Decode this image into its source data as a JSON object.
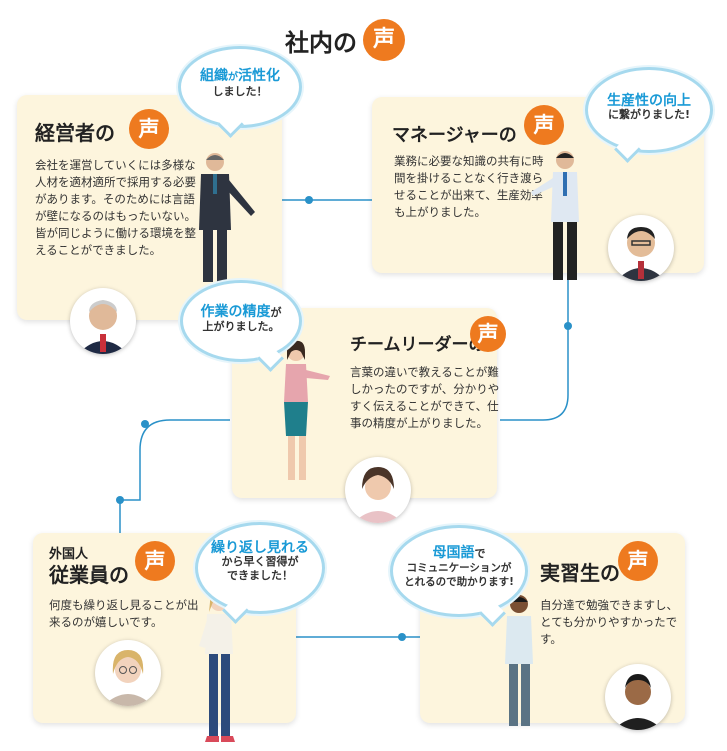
{
  "header": {
    "title_prefix": "社内の",
    "badge": "声"
  },
  "cards": {
    "executive": {
      "title": "経営者の",
      "badge": "声",
      "body": "会社を運営していくには多様な人材を適材適所で採用する必要があります。そのためには言語が壁になるのはもったいない。皆が同じように働ける環境を整えることができました。"
    },
    "manager": {
      "title": "マネージャーの",
      "badge": "声",
      "body": "業務に必要な知識の共有に時間を掛けることなく行き渡らせることが出来て、生産効率も上がりました。"
    },
    "team_leader": {
      "title": "チームリーダーの",
      "badge": "声",
      "body": "言葉の違いで教えることが難しかったのですが、分かりやすく伝えることができて、仕事の精度が上がりました。"
    },
    "foreign_employee": {
      "title_top": "外国人",
      "title": "従業員の",
      "badge": "声",
      "body": "何度も繰り返し見ることが出来るのが嬉しいです。"
    },
    "intern": {
      "title": "実習生の",
      "badge": "声",
      "body": "自分達で勉強できますし、とても分かりやすかったです。"
    }
  },
  "bubbles": {
    "executive": {
      "highlight": "組織",
      "mid": "が",
      "highlight2": "活性化",
      "rest": "しました！"
    },
    "manager": {
      "highlight": "生産性の向上",
      "rest": "に繋がりました!"
    },
    "team_leader": {
      "highlight": "作業の精度",
      "mid": "が",
      "rest": "上がりました。"
    },
    "foreign_employee": {
      "highlight": "繰り返し見れる",
      "rest": "から早く習得が\nできました！"
    },
    "intern": {
      "highlight": "母国語",
      "mid": "で",
      "rest": "コミュニケーションが\nとれるので助かります!"
    }
  },
  "colors": {
    "accent": "#ee7a1f",
    "card_bg": "#fdf5dd",
    "bubble_border": "#a6d9ee",
    "highlight": "#1a9ad6",
    "line": "#2a91c8"
  }
}
